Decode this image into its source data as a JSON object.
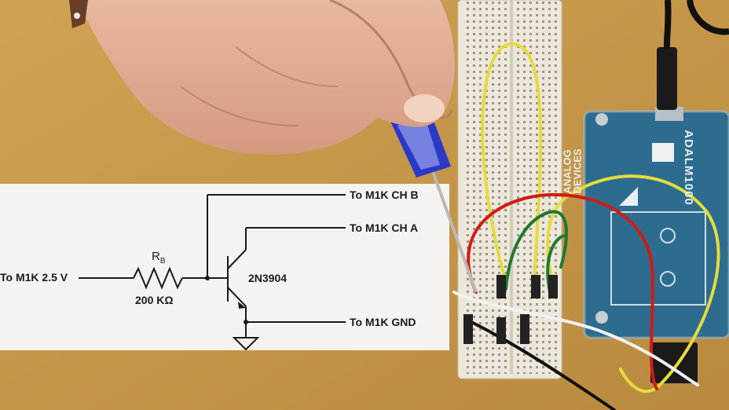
{
  "schematic": {
    "label_ch_b": "To M1K CH B",
    "label_ch_a": "To M1K CH A",
    "label_supply": "To M1K 2.5 V",
    "label_gnd": "To M1K GND",
    "resistor_name_main": "R",
    "resistor_name_sub": "B",
    "resistor_value": "200 KΩ",
    "transistor": "2N3904"
  },
  "board": {
    "brand_line1": "ANALOG",
    "brand_line2": "DEVICES",
    "model": "ADALM1000"
  },
  "colors": {
    "desk": "#c99a4a",
    "paper": "#f4f3ef",
    "breadboard": "#ece7da",
    "board": "#2d6c8e",
    "wire_red": "#d11a16",
    "wire_yellow": "#e4dc3a",
    "wire_green": "#1f7a2e",
    "wire_white": "#f2f2f2",
    "wire_black": "#111111",
    "screwdriver": "#2a3ac8"
  }
}
